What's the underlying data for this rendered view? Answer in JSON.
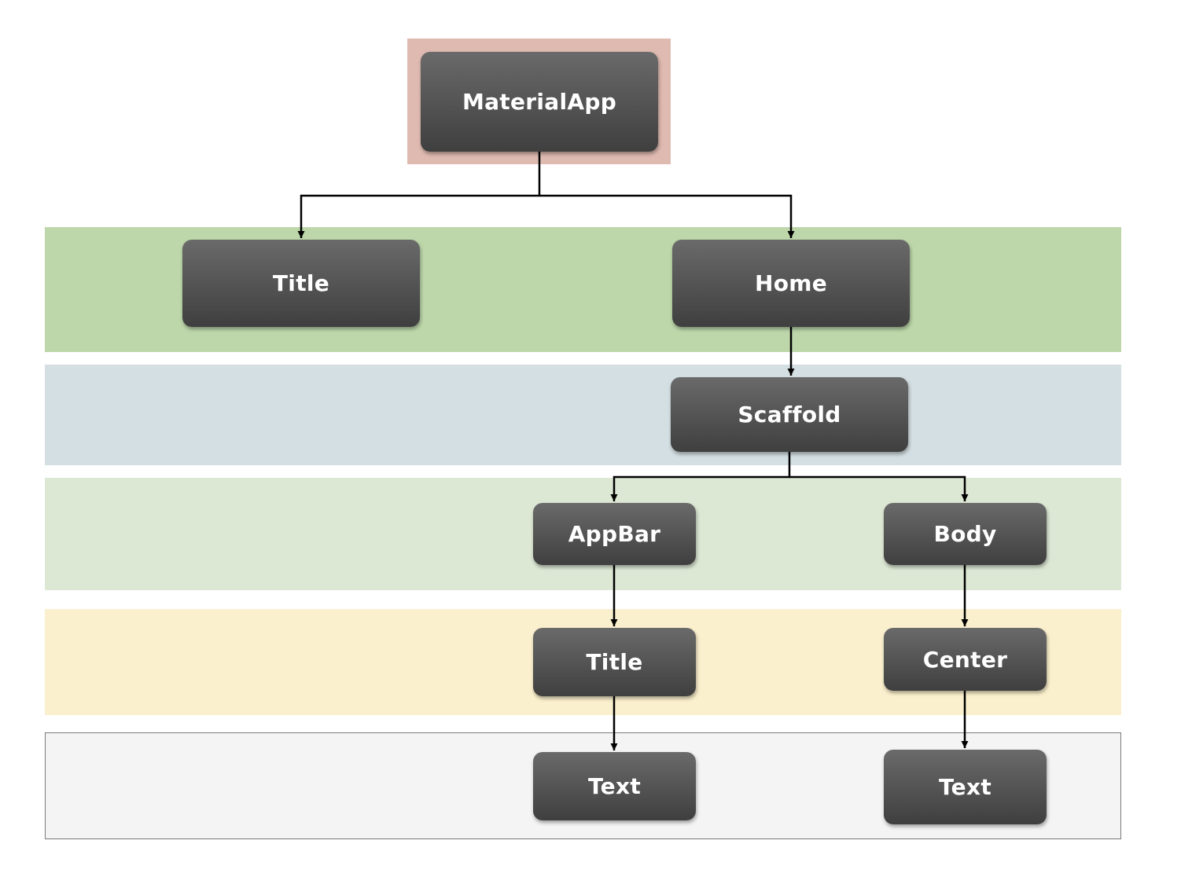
{
  "colors": {
    "root_frame": "#dfbab1",
    "band_1": "#bdd7aa",
    "band_2": "#d4dfe3",
    "band_3": "#dde8d4",
    "band_4": "#fbf0cd",
    "band_5": "#f4f4f4",
    "node_top": "#6a6a6a",
    "node_bottom": "#3f3f3f",
    "edge": "#000000"
  },
  "nodes": {
    "materialapp": "MaterialApp",
    "title": "Title",
    "home": "Home",
    "scaffold": "Scaffold",
    "appbar": "AppBar",
    "body": "Body",
    "title2": "Title",
    "center": "Center",
    "text1": "Text",
    "text2": "Text"
  },
  "edges": [
    [
      "materialapp",
      "title"
    ],
    [
      "materialapp",
      "home"
    ],
    [
      "home",
      "scaffold"
    ],
    [
      "scaffold",
      "appbar"
    ],
    [
      "scaffold",
      "body"
    ],
    [
      "appbar",
      "title2"
    ],
    [
      "body",
      "center"
    ],
    [
      "title2",
      "text1"
    ],
    [
      "center",
      "text2"
    ]
  ]
}
